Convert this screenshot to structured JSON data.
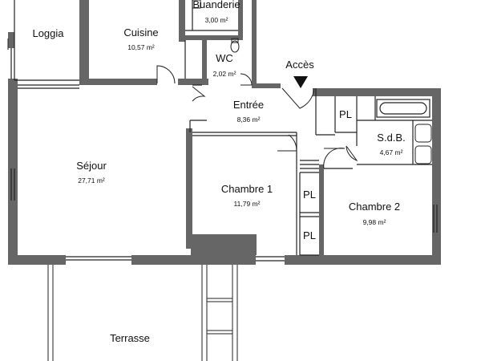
{
  "rooms": {
    "buanderie": {
      "name": "Buanderie",
      "area": "3,00 m²"
    },
    "loggia": {
      "name": "Loggia"
    },
    "cuisine": {
      "name": "Cuisine",
      "area": "10,57 m²"
    },
    "wc": {
      "name": "WC",
      "area": "2,02 m²"
    },
    "entree": {
      "name": "Entrée",
      "area": "8,36 m²"
    },
    "sdb": {
      "name": "S.d.B.",
      "area": "4,67 m²"
    },
    "sejour": {
      "name": "Séjour",
      "area": "27,71 m²"
    },
    "chambre1": {
      "name": "Chambre 1",
      "area": "11,79 m²"
    },
    "chambre2": {
      "name": "Chambre 2",
      "area": "9,98 m²"
    },
    "terrasse": {
      "name": "Terrasse"
    }
  },
  "closets": {
    "pl1": "PL",
    "pl2": "PL",
    "pl3": "PL"
  },
  "acces": "Accès",
  "colors": {
    "wall": "#666666",
    "line": "#222222",
    "background": "#ffffff"
  }
}
